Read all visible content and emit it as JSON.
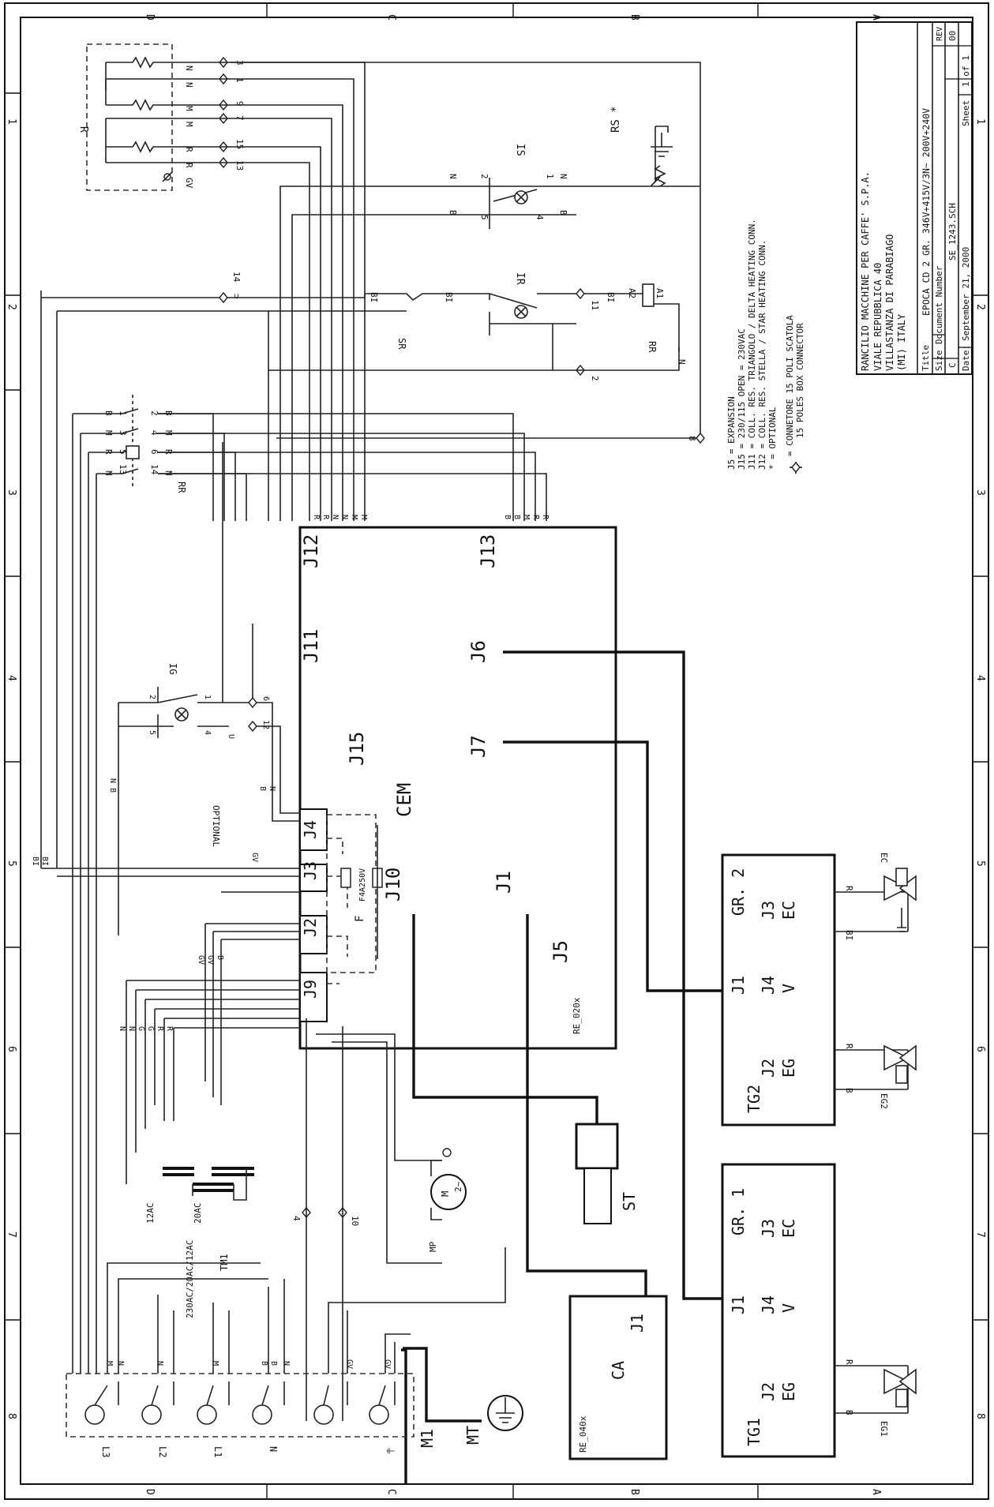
{
  "title_block": {
    "company": [
      "RANCILIO MACCHINE PER CAFFE' S.P.A.",
      "VIALE REPUBBLICA 40",
      "VILLASTANZA DI PARABIAGO",
      "(MI) ITALY"
    ],
    "title_label": "Title",
    "title": "EPOCA CD 2 GR. 346V+415V/3N~ 200V+240V",
    "size_label": "Size",
    "size": "C",
    "document_label": "Document Number",
    "document": "SE_1243.SCH",
    "rev_label": "REV",
    "rev": "00",
    "date_label": "Date:",
    "date": "September 21, 2000",
    "sheet_label": "Sheet",
    "sheet": "1 of 1"
  },
  "legend": {
    "lines": [
      "J5 = EXPANSION",
      "J15 = 230/115 OPEN = 230VAC",
      "J11 = COLL. RES. TRIANGOLO / DELTA HEATING CONN.",
      "J12 = COLL. RES. STELLA / STAR HEATING CONN.",
      "* = OPTIONAL"
    ],
    "connector_lines": [
      "= CONNETORE 15 POLI SCATOLA",
      "15 POLES BOX CONNECTOR"
    ]
  },
  "border": {
    "columns": [
      "D",
      "C",
      "B",
      "A"
    ],
    "rows": [
      "1",
      "2",
      "3",
      "4",
      "5",
      "6",
      "7",
      "8"
    ]
  },
  "blocks": {
    "cem": {
      "name": "CEM",
      "code": "RE_020x",
      "connectors": [
        "J12",
        "J13",
        "J11",
        "J6",
        "J15",
        "J7",
        "J10",
        "J1",
        "J5"
      ],
      "side_connectors": [
        "J4",
        "J3",
        "J2",
        "J9"
      ]
    },
    "tg2": {
      "name": "TG2",
      "group": "GR. 2",
      "connectors": [
        "J1",
        "J4",
        "V",
        "J3",
        "EC",
        "J2",
        "EG"
      ]
    },
    "tg1": {
      "name": "TG1",
      "group": "GR. 1",
      "connectors": [
        "J1",
        "J4",
        "V",
        "J3",
        "EC",
        "J2",
        "EG"
      ]
    },
    "ca": {
      "name": "CA",
      "code": "RE_040x",
      "connector": "J1"
    }
  },
  "components": {
    "resistance": "R",
    "rs": "RS *",
    "is": "IS",
    "ir": "IR",
    "sr": "SR",
    "rr": "RR",
    "ig": "IG",
    "optional": "OPTIONAL",
    "fuse": "F",
    "fuse_rating": "F4A250V",
    "transformer": "TM1",
    "transformer_rating": "230AC/20AC/12AC",
    "transformer_taps": [
      "12AC",
      "20AC"
    ],
    "pump": "MP",
    "pump_symbol": "M",
    "pump_symbol_sub": "2~",
    "st": "ST",
    "terminal_block": "M1",
    "mt": "MT",
    "terminal_labels": [
      "L3",
      "L2",
      "L1",
      "N",
      "⏚"
    ],
    "valves": [
      "EC",
      "EG2",
      "EG1"
    ],
    "coil_pins": [
      "A1",
      "A2"
    ],
    "gv_label": "GV"
  },
  "connectors": [
    "3",
    "1",
    "9",
    "7",
    "15",
    "13",
    "14",
    "11",
    "2",
    "8",
    "6",
    "12",
    "4",
    "10"
  ],
  "wire_labels": {
    "top_r_group": [
      "N",
      "N",
      "M",
      "M",
      "R",
      "R"
    ],
    "rr_contacts": [
      "1",
      "3",
      "5",
      "13",
      "2",
      "4",
      "6",
      "14"
    ],
    "rr_wires": [
      "B",
      "M",
      "R",
      "N",
      "B",
      "M",
      "R",
      "N"
    ],
    "j12_wires": [
      "R",
      "R",
      "N",
      "N",
      "M",
      "M"
    ],
    "j13_wires": [
      "B",
      "B",
      "M",
      "R",
      "R"
    ],
    "is_wires": [
      "N",
      "B",
      "N",
      "B"
    ],
    "is_pins": [
      "2",
      "5",
      "1",
      "4"
    ],
    "ir_wires": [
      "BI",
      "BI",
      "BI",
      "N"
    ],
    "bi_pair": [
      "BI",
      "BI"
    ],
    "ig_pins": [
      "2",
      "5",
      "1",
      "4"
    ],
    "ig_wires": [
      "N",
      "B",
      "B",
      "N",
      "U"
    ],
    "j4_wires": [
      "B",
      "N"
    ],
    "j9_group": [
      "N",
      "N",
      "G",
      "G",
      "R",
      "R"
    ],
    "j2_group": [
      "GV",
      "GV",
      "B"
    ],
    "m1_wires": [
      "M",
      "N",
      "N",
      "M",
      "B",
      "B",
      "N",
      "GV",
      "GV"
    ],
    "valve_wires": [
      "R",
      "BI",
      "R",
      "B",
      "R",
      "B"
    ]
  }
}
